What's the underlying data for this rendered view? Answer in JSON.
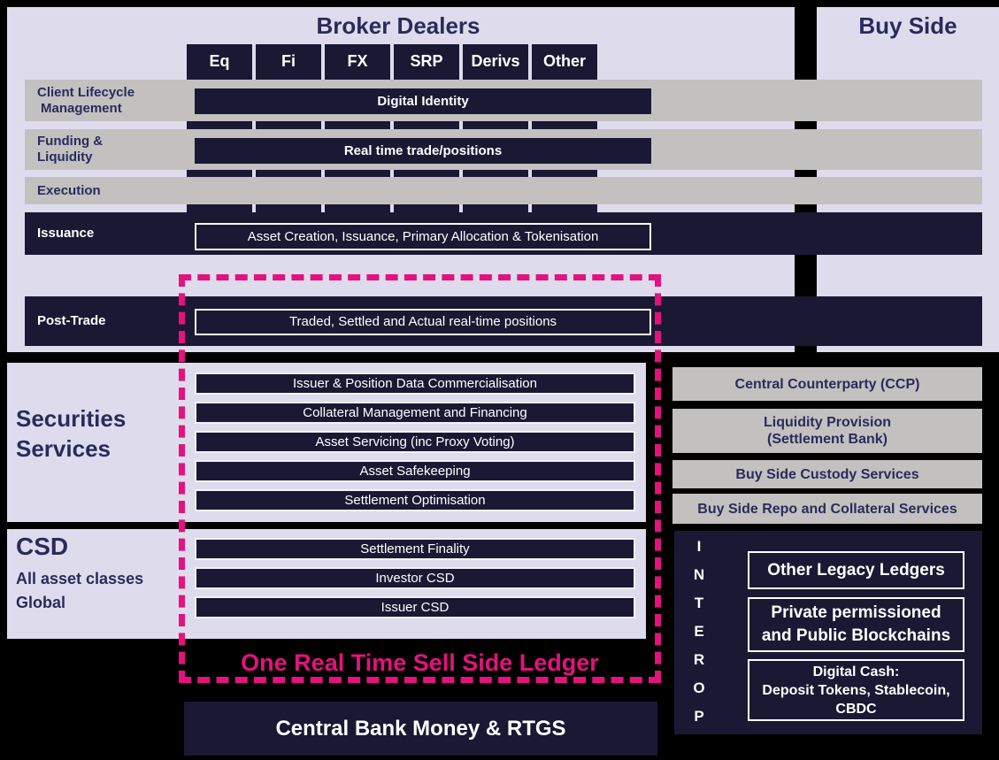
{
  "page": {
    "colors": {
      "background": "#000000",
      "panel": "#dedcec",
      "band_gray": "#c2c1bf",
      "box_navy": "#1a1833",
      "text_navy": "#2b2a5c",
      "accent_pink": "#e3127e",
      "white": "#ffffff"
    }
  },
  "broker_dealers": {
    "title": "Broker Dealers",
    "columns": [
      "Eq",
      "Fi",
      "FX",
      "SRP",
      "Derivs",
      "Other"
    ],
    "rows": {
      "client_lifecycle": {
        "line1": "Client Lifecycle",
        "line2": "Management"
      },
      "funding": {
        "line1": "Funding &",
        "line2": "Liquidity"
      },
      "execution": "Execution",
      "issuance": "Issuance",
      "post_trade": "Post-Trade"
    },
    "overlays": {
      "digital_identity": "Digital Identity",
      "real_time": "Real time trade/positions",
      "issuance_box": "Asset Creation, Issuance, Primary Allocation & Tokenisation",
      "post_trade_box": "Traded, Settled and Actual real-time positions"
    }
  },
  "buy_side": {
    "title": "Buy Side",
    "boxes": [
      {
        "line1": "Central Counterparty (CCP)",
        "line2": ""
      },
      {
        "line1": "Liquidity Provision",
        "line2": "(Settlement Bank)"
      },
      {
        "line1": "Buy Side Custody Services",
        "line2": ""
      },
      {
        "line1": "Buy Side Repo and Collateral Services",
        "line2": ""
      }
    ]
  },
  "securities_services": {
    "title_line1": "Securities",
    "title_line2": "Services",
    "bars": [
      "Issuer & Position Data Commercialisation",
      "Collateral Management and Financing",
      "Asset Servicing (inc Proxy Voting)",
      "Asset Safekeeping",
      "Settlement Optimisation"
    ]
  },
  "csd": {
    "title": "CSD",
    "subtitle_line1": "All asset classes",
    "subtitle_line2": "Global",
    "bars": [
      "Settlement Finality",
      "Investor CSD",
      "Issuer CSD"
    ]
  },
  "ledger": {
    "label": "One Real Time Sell Side Ledger"
  },
  "central_bank": {
    "label": "Central Bank Money & RTGS"
  },
  "interop": {
    "letters": [
      "I",
      "N",
      "T",
      "E",
      "R",
      "O",
      "P"
    ],
    "boxes": [
      {
        "line1": "Other Legacy Ledgers",
        "line2": "",
        "line3": ""
      },
      {
        "line1": "Private permissioned",
        "line2": "and Public Blockchains",
        "line3": ""
      },
      {
        "line1": "Digital Cash:",
        "line2": "Deposit Tokens, Stablecoin,",
        "line3": "CBDC"
      }
    ]
  }
}
